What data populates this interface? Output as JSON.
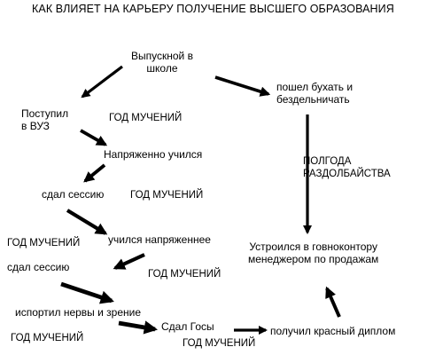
{
  "title": "КАК ВЛИЯЕТ НА КАРЬЕРУ ПОЛУЧЕНИЕ ВЫСШЕГО ОБРАЗОВАНИЯ",
  "nodes": {
    "graduation": "Выпускной в\nшколе",
    "drink": "пошел бухать и\nбездельничать",
    "university": "Поступил\nв ВУЗ",
    "studied_hard": "Напряженно учился",
    "session_1": "сдал сессию",
    "studied_harder": "учился напряженнее",
    "session_2": "сдал сессию",
    "nerves": "испортил нервы и зрение",
    "exams": "Сдал Госы",
    "red_diploma": "получил красный диплом",
    "job": "Устроился в говноконтору\nменеджером по продажам"
  },
  "tags": {
    "year_1": "ГОД МУЧЕНИЙ",
    "year_2": "ГОД МУЧЕНИЙ",
    "year_3": "ГОД МУЧЕНИЙ",
    "year_4": "ГОД МУЧЕНИЙ",
    "year_5": "ГОД МУЧЕНИЙ",
    "year_6": "ГОД МУЧЕНИЙ",
    "half_year": "ПОЛГОДА\nРАЗДОЛБАЙСТВА"
  },
  "colors": {
    "ink": "#000000",
    "background": "#ffffff"
  }
}
